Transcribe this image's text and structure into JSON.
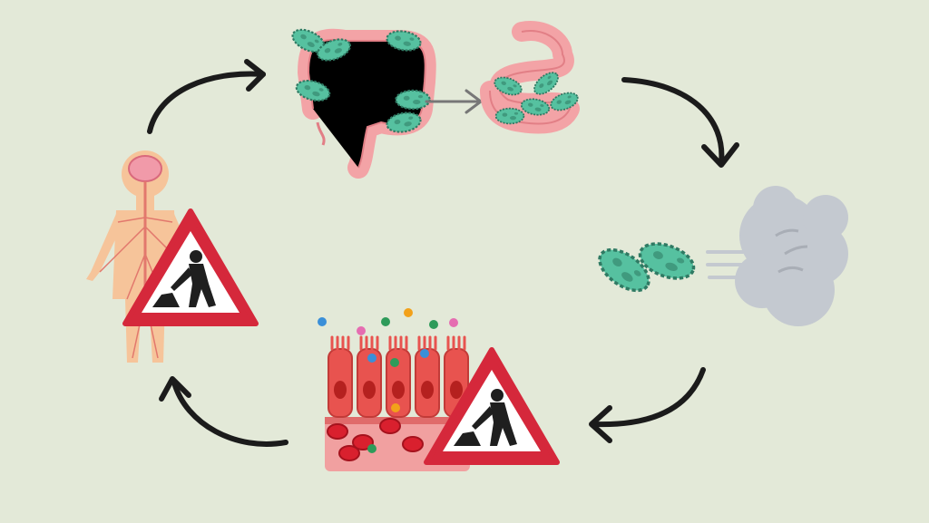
{
  "background": "#e3e9d8",
  "colors": {
    "arrow": "#1b1b1b",
    "gut": "#f3a3a6",
    "gut_dark": "#e27f86",
    "bacteria": "#56c1a0",
    "bacteria_dark": "#2f7a63",
    "gas": "#c4c9d0",
    "warning_red": "#d5283b",
    "worker": "#1f1f1f",
    "body_skin": "#f6c49a",
    "nerve": "#e2786d",
    "brain": "#f19aa9",
    "cell": "#e8534f"
  },
  "diagram": {
    "nodes": [
      {
        "id": "colon-bacteria",
        "icon": "large-intestine-with-bacteria-icon"
      },
      {
        "id": "small-intestine-bacteria",
        "icon": "small-intestine-with-bacteria-icon"
      },
      {
        "id": "gas-production",
        "icon": "bacteria-producing-gas-icon"
      },
      {
        "id": "gut-lining-damage",
        "icon": "intestinal-lining-under-repair-icon"
      },
      {
        "id": "nervous-system-impact",
        "icon": "human-nervous-system-under-repair-icon"
      }
    ],
    "edges": [
      {
        "from": "colon-bacteria",
        "to": "small-intestine-bacteria"
      },
      {
        "from": "small-intestine-bacteria",
        "to": "gas-production"
      },
      {
        "from": "gas-production",
        "to": "gut-lining-damage"
      },
      {
        "from": "gut-lining-damage",
        "to": "nervous-system-impact"
      },
      {
        "from": "nervous-system-impact",
        "to": "colon-bacteria"
      }
    ],
    "warning_icon": "road-works-warning-sign-icon"
  }
}
